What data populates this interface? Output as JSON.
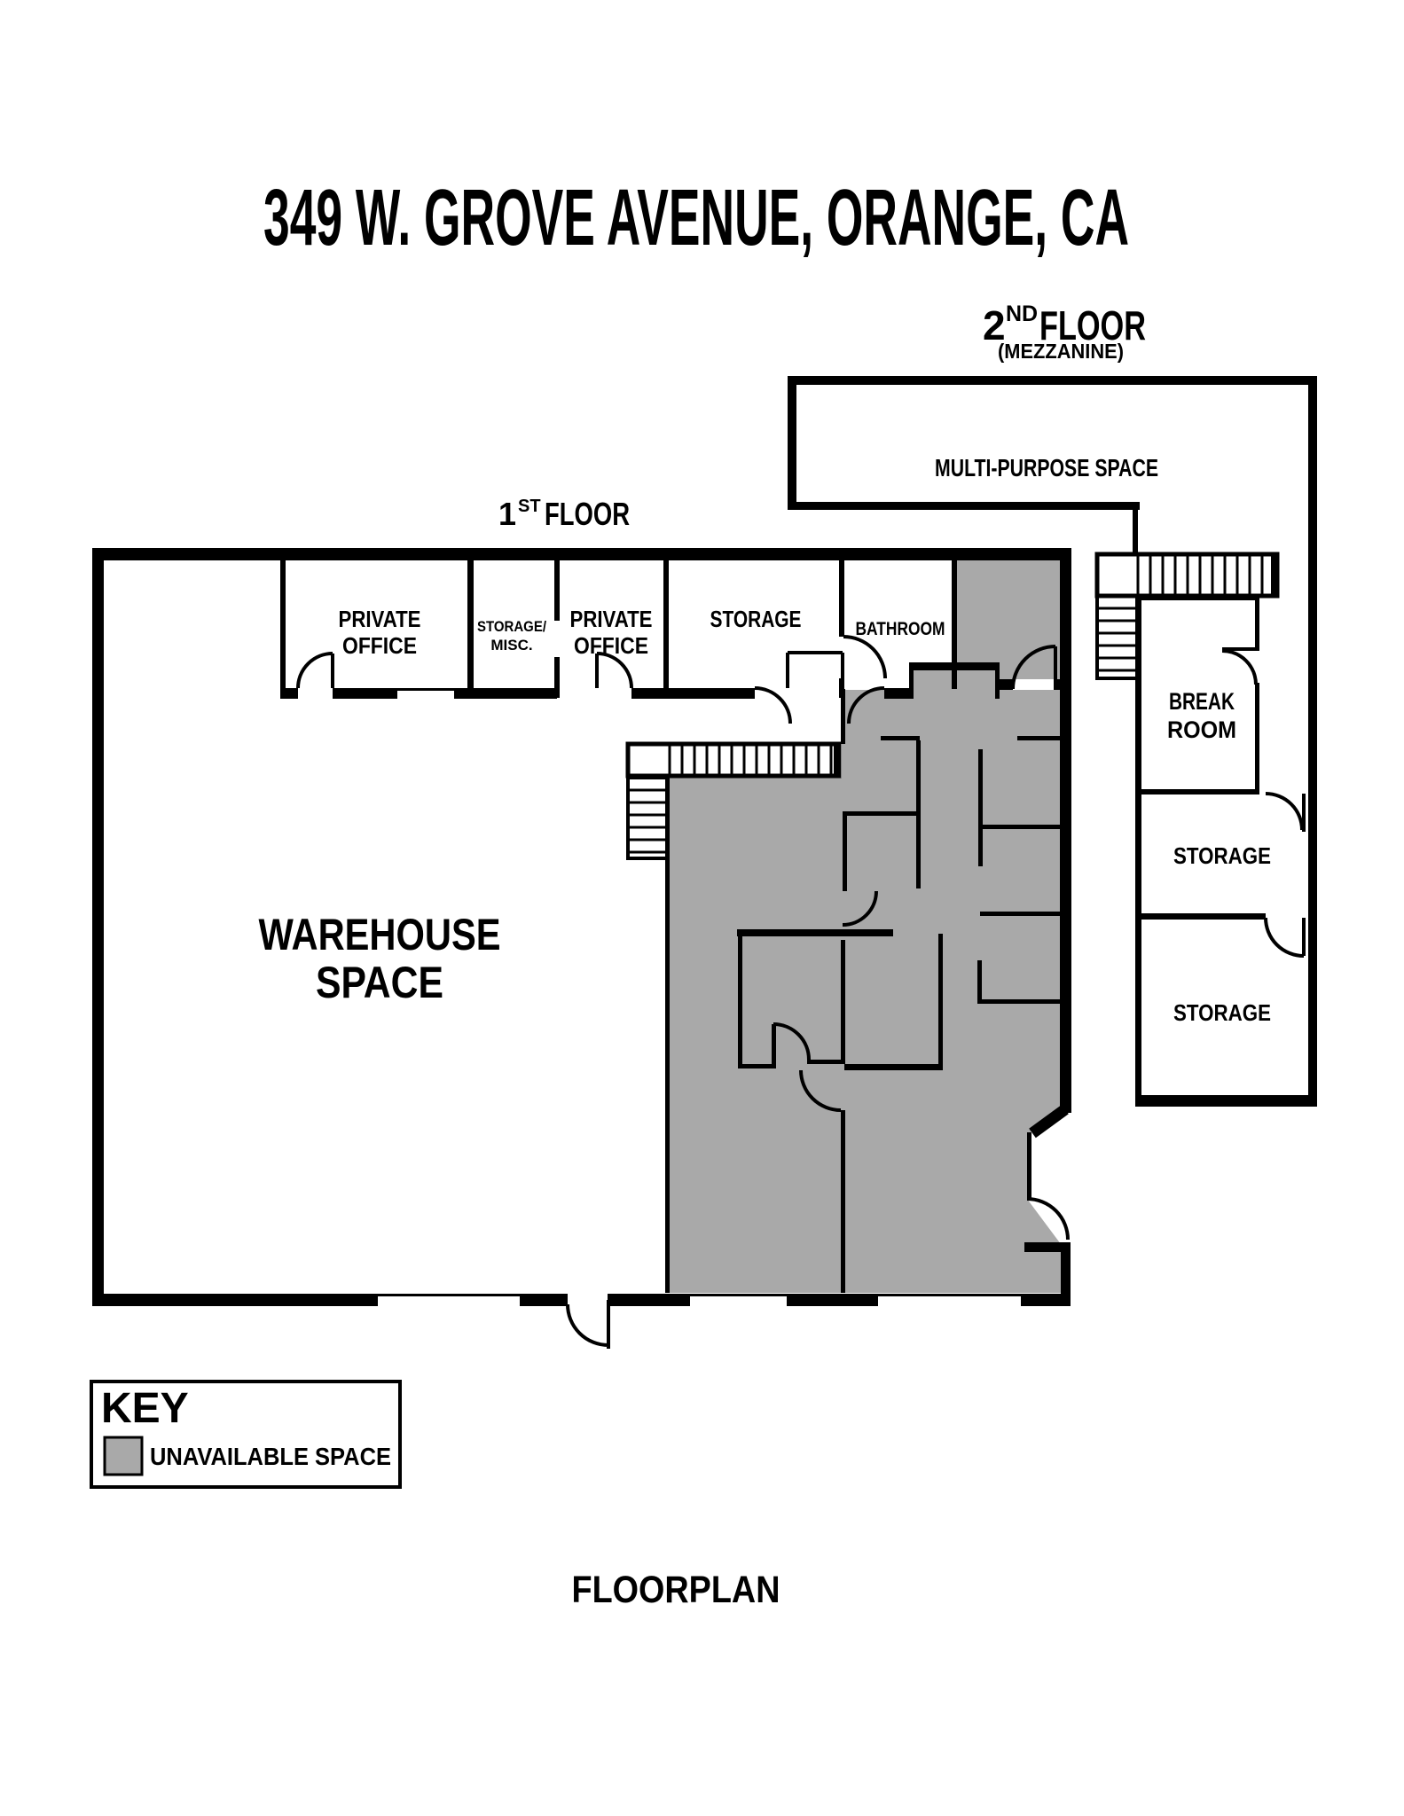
{
  "title": "349 W. GROVE AVENUE, ORANGE, CA",
  "colors": {
    "wall": "#000000",
    "unavailable": "#a9a9a9",
    "background": "#ffffff"
  },
  "second_floor": {
    "num": "2",
    "sup": "ND",
    "word": "FLOOR",
    "sub": "(MEZZANINE)",
    "rooms": {
      "multi_purpose": "MULTI-PURPOSE SPACE"
    }
  },
  "first_floor": {
    "num": "1",
    "sup": "ST",
    "word": "FLOOR",
    "rooms": {
      "private_office_1": {
        "line1": "PRIVATE",
        "line2": "OFFICE"
      },
      "storage_misc": {
        "line1": "STORAGE/",
        "line2": "MISC."
      },
      "private_office_2": {
        "line1": "PRIVATE",
        "line2": "OFFICE"
      },
      "storage_top": "STORAGE",
      "bathroom": "BATHROOM",
      "warehouse": {
        "line1": "WAREHOUSE",
        "line2": "SPACE"
      },
      "break_room": {
        "line1": "BREAK",
        "line2": "ROOM"
      },
      "storage_mid": "STORAGE",
      "storage_bottom": "STORAGE"
    }
  },
  "key": {
    "title": "KEY",
    "unavailable_label": "UNAVAILABLE SPACE"
  },
  "footer": "FLOORPLAN"
}
